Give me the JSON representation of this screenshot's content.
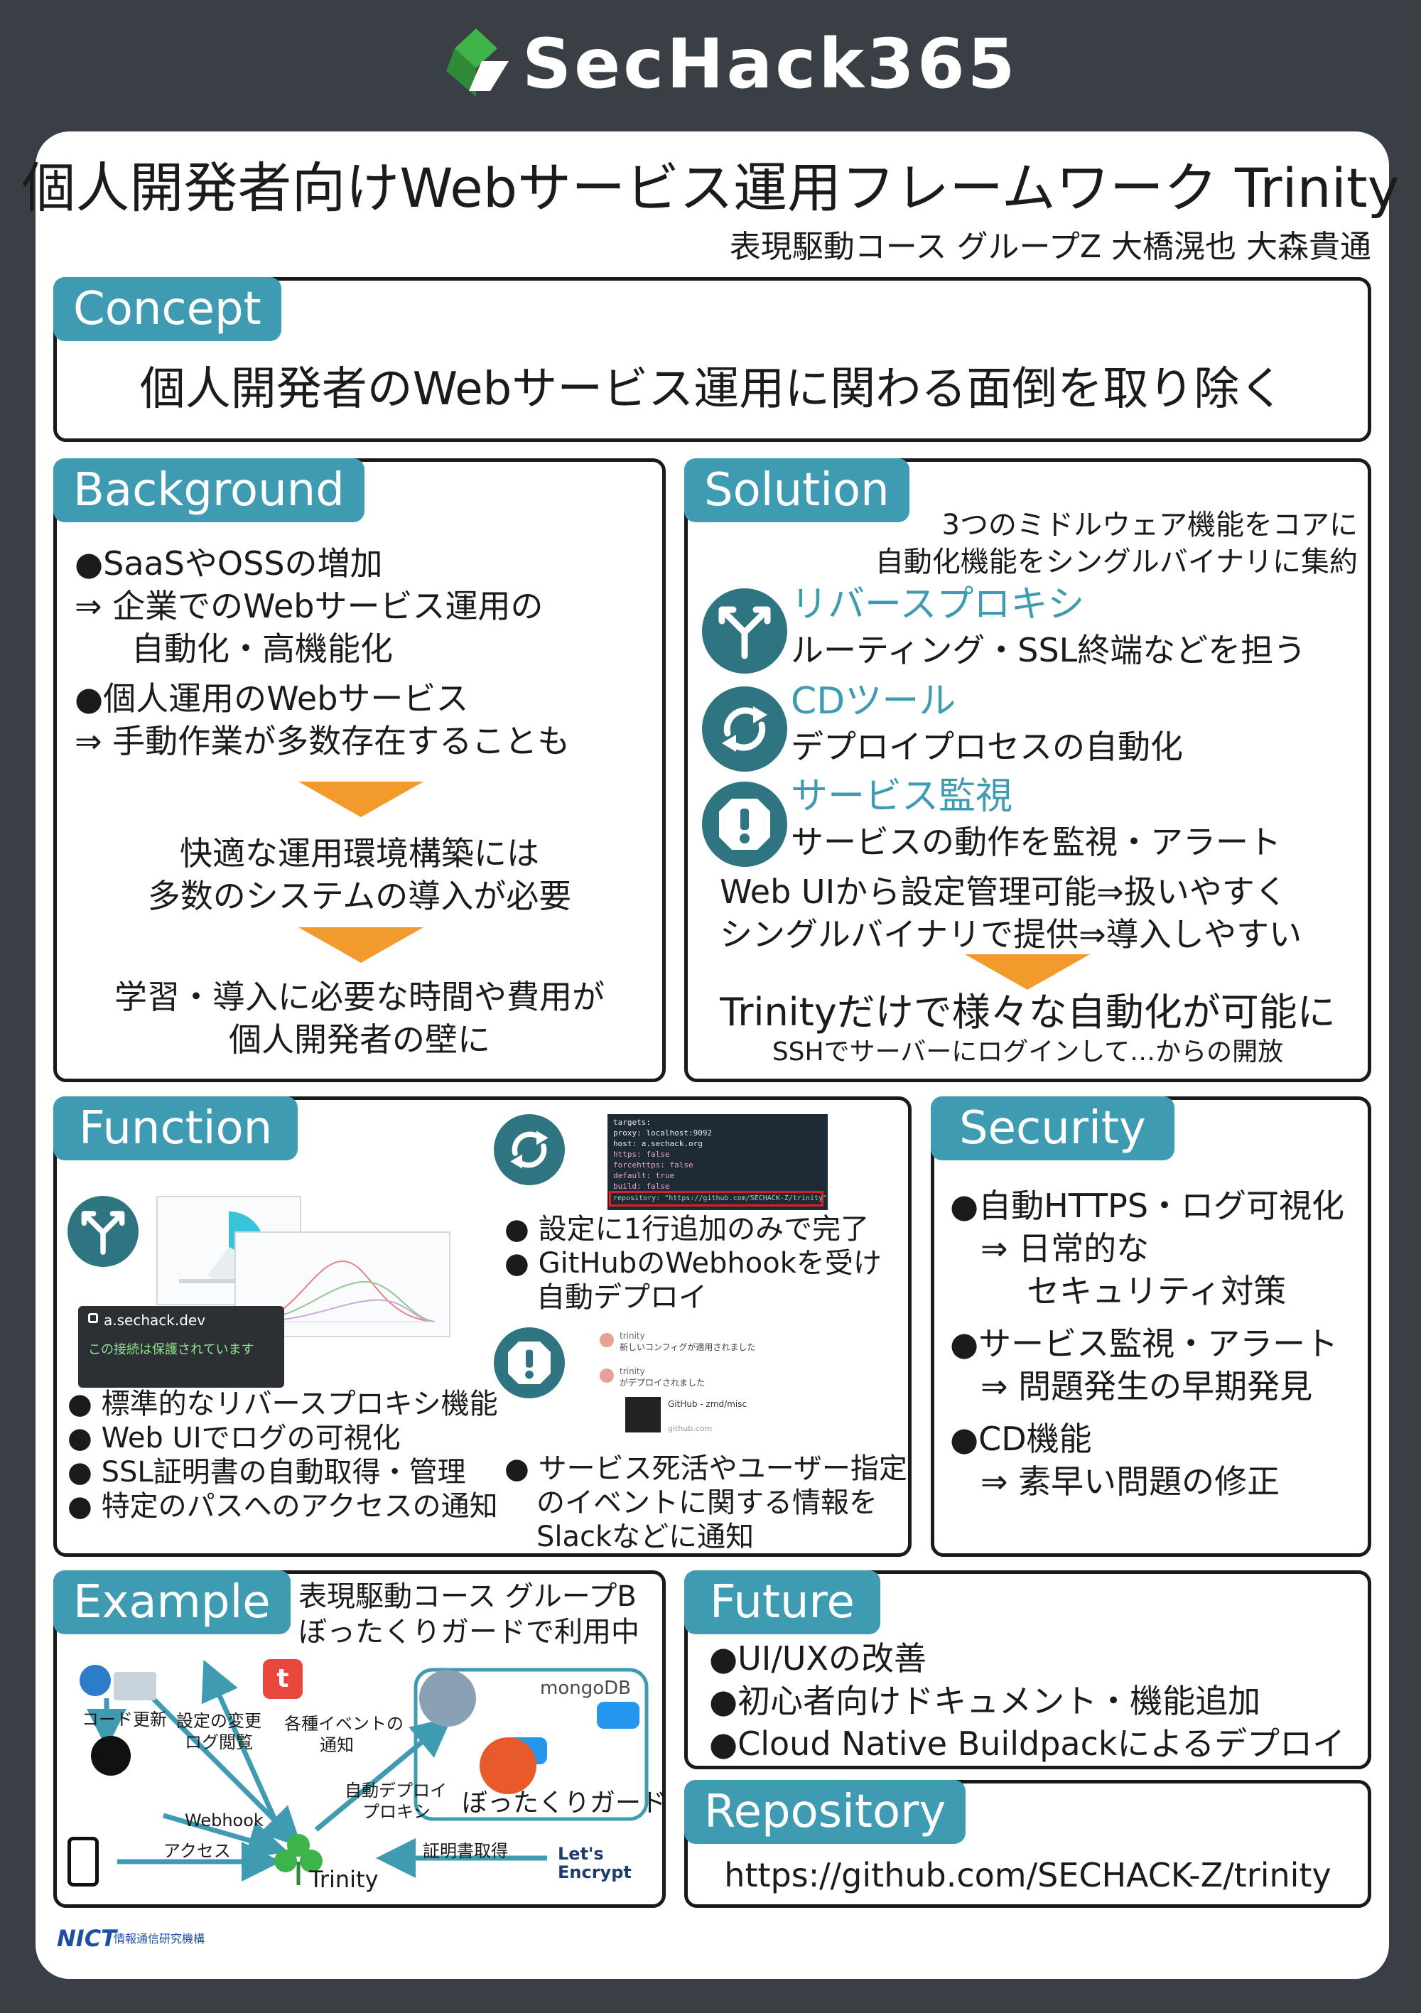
{
  "header": {
    "brand": "SecHack365"
  },
  "title": "個人開発者向けWebサービス運用フレームワーク Trinity",
  "authors": "表現駆動コース グループZ 大橋滉也 大森貴通",
  "concept": {
    "tag": "Concept",
    "text": "個人開発者のWebサービス運用に関わる面倒を取り除く"
  },
  "background": {
    "tag": "Background",
    "lines": [
      "●SaaSやOSSの増加",
      "⇒ 企業でのWebサービス運用の",
      "自動化・高機能化",
      "●個人運用のWebサービス",
      "⇒ 手動作業が多数存在することも"
    ],
    "mid": [
      "快適な運用環境構築には",
      "多数のシステムの導入が必要"
    ],
    "end": [
      "学習・導入に必要な時間や費用が",
      "個人開発者の壁に"
    ]
  },
  "solution": {
    "tag": "Solution",
    "sub": [
      "3つのミドルウェア機能をコアに",
      "自動化機能をシングルバイナリに集約"
    ],
    "items": [
      {
        "title": "リバースプロキシ",
        "desc": "ルーティング・SSL終端などを担う",
        "icon": "fork-arrow-icon"
      },
      {
        "title": "CDツール",
        "desc": "デプロイプロセスの自動化",
        "icon": "sync-icon"
      },
      {
        "title": "サービス監視",
        "desc": "サービスの動作を監視・アラート",
        "icon": "alert-icon"
      }
    ],
    "lines": [
      "Web UIから設定管理可能⇒扱いやすく",
      "シングルバイナリで提供⇒導入しやすい"
    ],
    "result": "Trinityだけで様々な自動化が可能に",
    "result_sub": "SSHでサーバーにログインして…からの開放"
  },
  "function": {
    "tag": "Function",
    "left_bullets": [
      "● 標準的なリバースプロキシ機能",
      "● Web UIでログの可視化",
      "● SSL証明書の自動取得・管理",
      "● 特定のパスへのアクセスの通知"
    ],
    "cd_bullets": [
      "● 設定に1行追加のみで完了",
      "● GitHubのWebhookを受け",
      "自動デプロイ"
    ],
    "mon_bullets": [
      "● サービス死活やユーザー指定",
      "のイベントに関する情報を",
      "Slackなどに通知"
    ],
    "browser_url": "a.sechack.dev",
    "browser_msg": "この接続は保護されています",
    "code_lines": [
      "targets:",
      "  proxy: localhost:9092",
      "  host: a.sechack.org",
      "  https: false",
      "  forcehttps: false",
      "  default: true",
      "  build: false",
      "  repository: \"https://github.com/SECHACK-Z/trinity\""
    ],
    "slack_user": "trinity",
    "slack_msg1": "新しいコンフィグが適用されました",
    "slack_msg2": "がデプロイされました",
    "slack_repo": "GitHub - zmd/misc",
    "slack_link": "github.com"
  },
  "security": {
    "tag": "Security",
    "lines": [
      "●自動HTTPS・ログ可視化",
      "⇒ 日常的な",
      "セキュリティ対策",
      "●サービス監視・アラート",
      "⇒ 問題発生の早期発見",
      "●CD機能",
      "⇒ 素早い問題の修正"
    ]
  },
  "example": {
    "tag": "Example",
    "sub": [
      "表現駆動コース グループB",
      "ぼったくりガードで利用中"
    ],
    "labels": {
      "code_update": "コード更新",
      "settings": "設定の変更",
      "log": "ログ閲覧",
      "events": "各種イベントの",
      "notify": "通知",
      "autodeploy": "自動デプロイ",
      "proxy": "プロキシ",
      "webhook": "Webhook",
      "access": "アクセス",
      "cert": "証明書取得",
      "trinity": "Trinity",
      "app": "ぼったくりガード",
      "mongo": "mongoDB",
      "letsencrypt1": "Let's",
      "letsencrypt2": "Encrypt"
    }
  },
  "future": {
    "tag": "Future",
    "lines": [
      "●UI/UXの改善",
      "●初心者向けドキュメント・機能追加",
      "●Cloud Native Buildpackによるデプロイ"
    ]
  },
  "repository": {
    "tag": "Repository",
    "url": "https://github.com/SECHACK-Z/trinity"
  },
  "footer": {
    "org": "NICT",
    "org_jp": "情報通信研究機構"
  },
  "colors": {
    "accent": "#3f9bb2",
    "arrow": "#f39a2d",
    "icon": "#2f7481",
    "background": "#3a3f45"
  }
}
